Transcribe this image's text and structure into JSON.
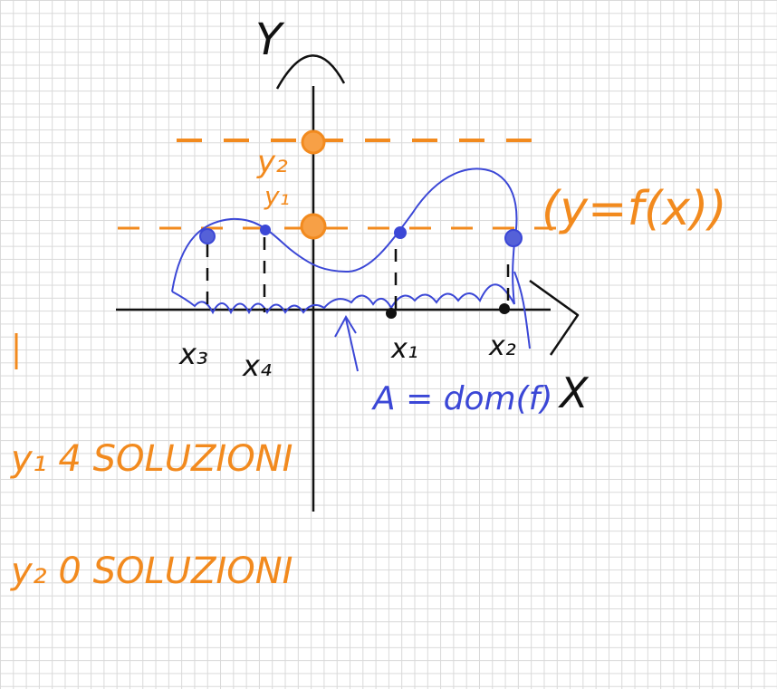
{
  "labels": {
    "y_axis": "Y",
    "x_axis": "X",
    "y1": "y₁",
    "y2": "y₂",
    "x1": "x₁",
    "x2": "x₂",
    "x3": "x₃",
    "x4": "x₄",
    "function": "(y=f(x))",
    "domain": "A = dom(f)",
    "note_y1": "y₁  4 SOLUZIONI",
    "note_y2": "y₂  0 SOLUZIONI"
  },
  "colors": {
    "ink": "#111111",
    "curve": "#3b47d6",
    "accent": "#f28a1e",
    "grid": "#d9d9d9"
  }
}
